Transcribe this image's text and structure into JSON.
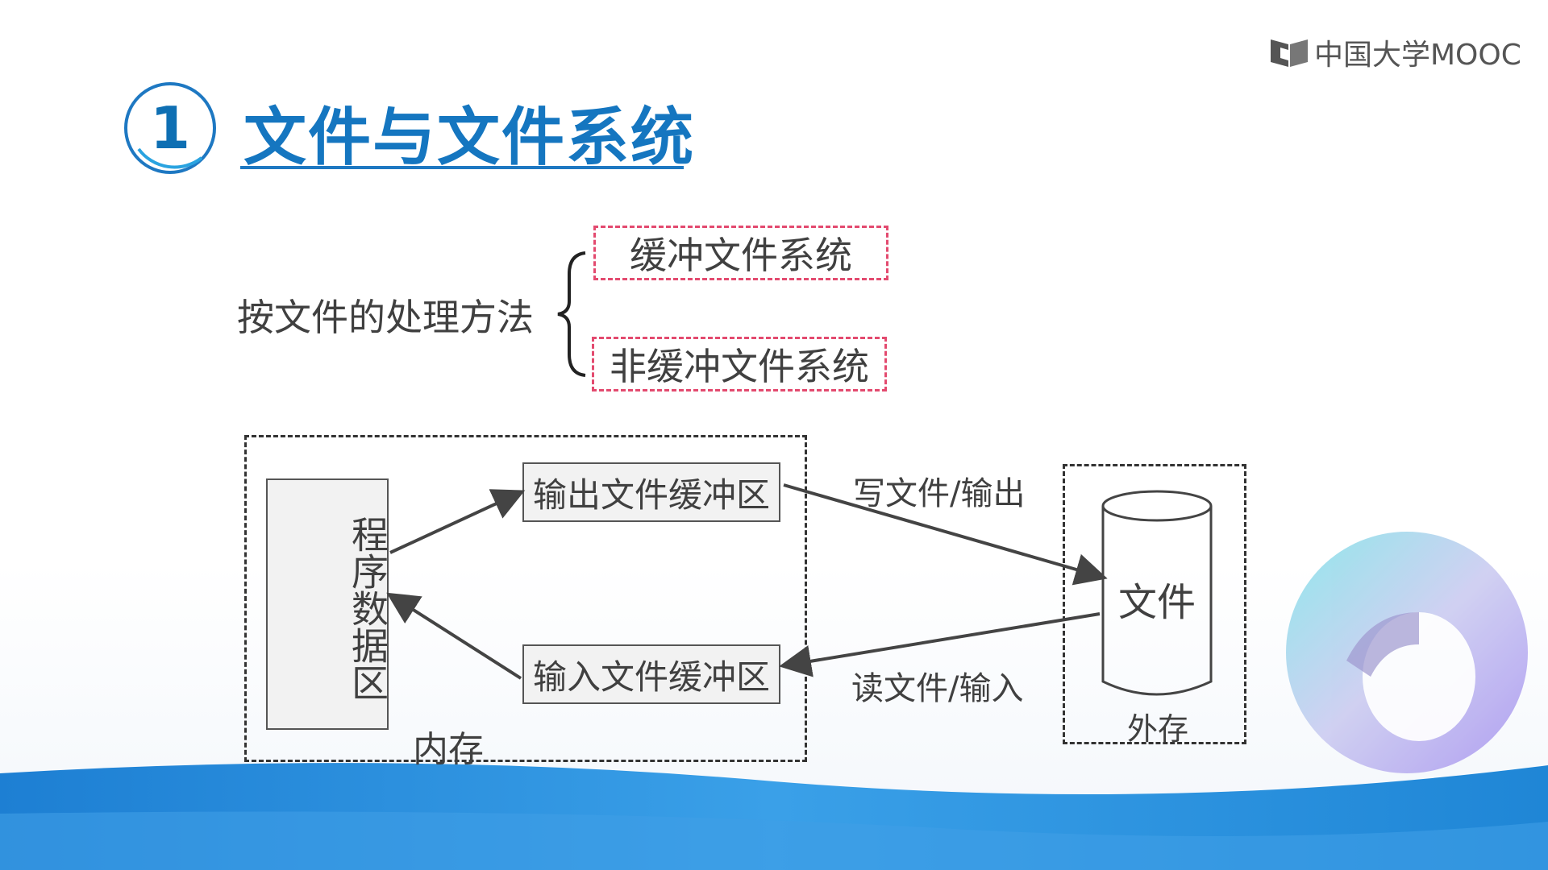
{
  "logo": {
    "icon": "book-icon",
    "text": "中国大学MOOC"
  },
  "title": {
    "number": "1",
    "text": "文件与文件系统",
    "color": "#1576c0"
  },
  "classification": {
    "label": "按文件的处理方法",
    "options": [
      "缓冲文件系统",
      "非缓冲文件系统"
    ],
    "box_color": "#e34a6f"
  },
  "diagram": {
    "program_data": "程序数据区",
    "output_buffer": "输出文件缓冲区",
    "input_buffer": "输入文件缓冲区",
    "write_label": "写文件/输出",
    "read_label": "读文件/输入",
    "file_label": "文件",
    "memory_label": "内存",
    "storage_label": "外存"
  },
  "colors": {
    "accent_blue": "#1e78c2",
    "wave_blue": "#1a86d8"
  }
}
